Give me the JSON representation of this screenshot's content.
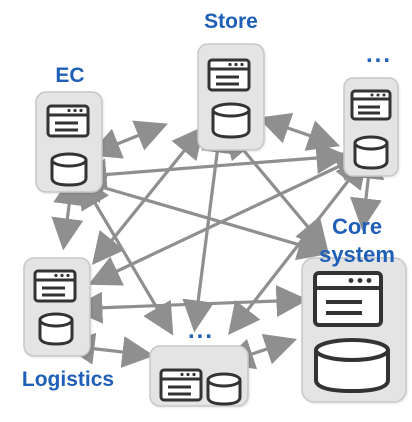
{
  "nodes": {
    "store": {
      "label": "Store"
    },
    "ec": {
      "label": "EC"
    },
    "top_right": {
      "label": "..."
    },
    "core": {
      "label_line1": "Core",
      "label_line2": "system"
    },
    "logistics": {
      "label": "Logistics"
    },
    "bottom_middle": {
      "label": "..."
    }
  },
  "colors": {
    "label": "#1f5fb8",
    "card_fill": "#e4e4e4",
    "card_stroke": "#c7c7c7",
    "icon_stroke": "#333333",
    "arrow": "#8f8f8f"
  },
  "icons": [
    "window-icon",
    "database-icon",
    "bidirectional-arrow-icon"
  ]
}
